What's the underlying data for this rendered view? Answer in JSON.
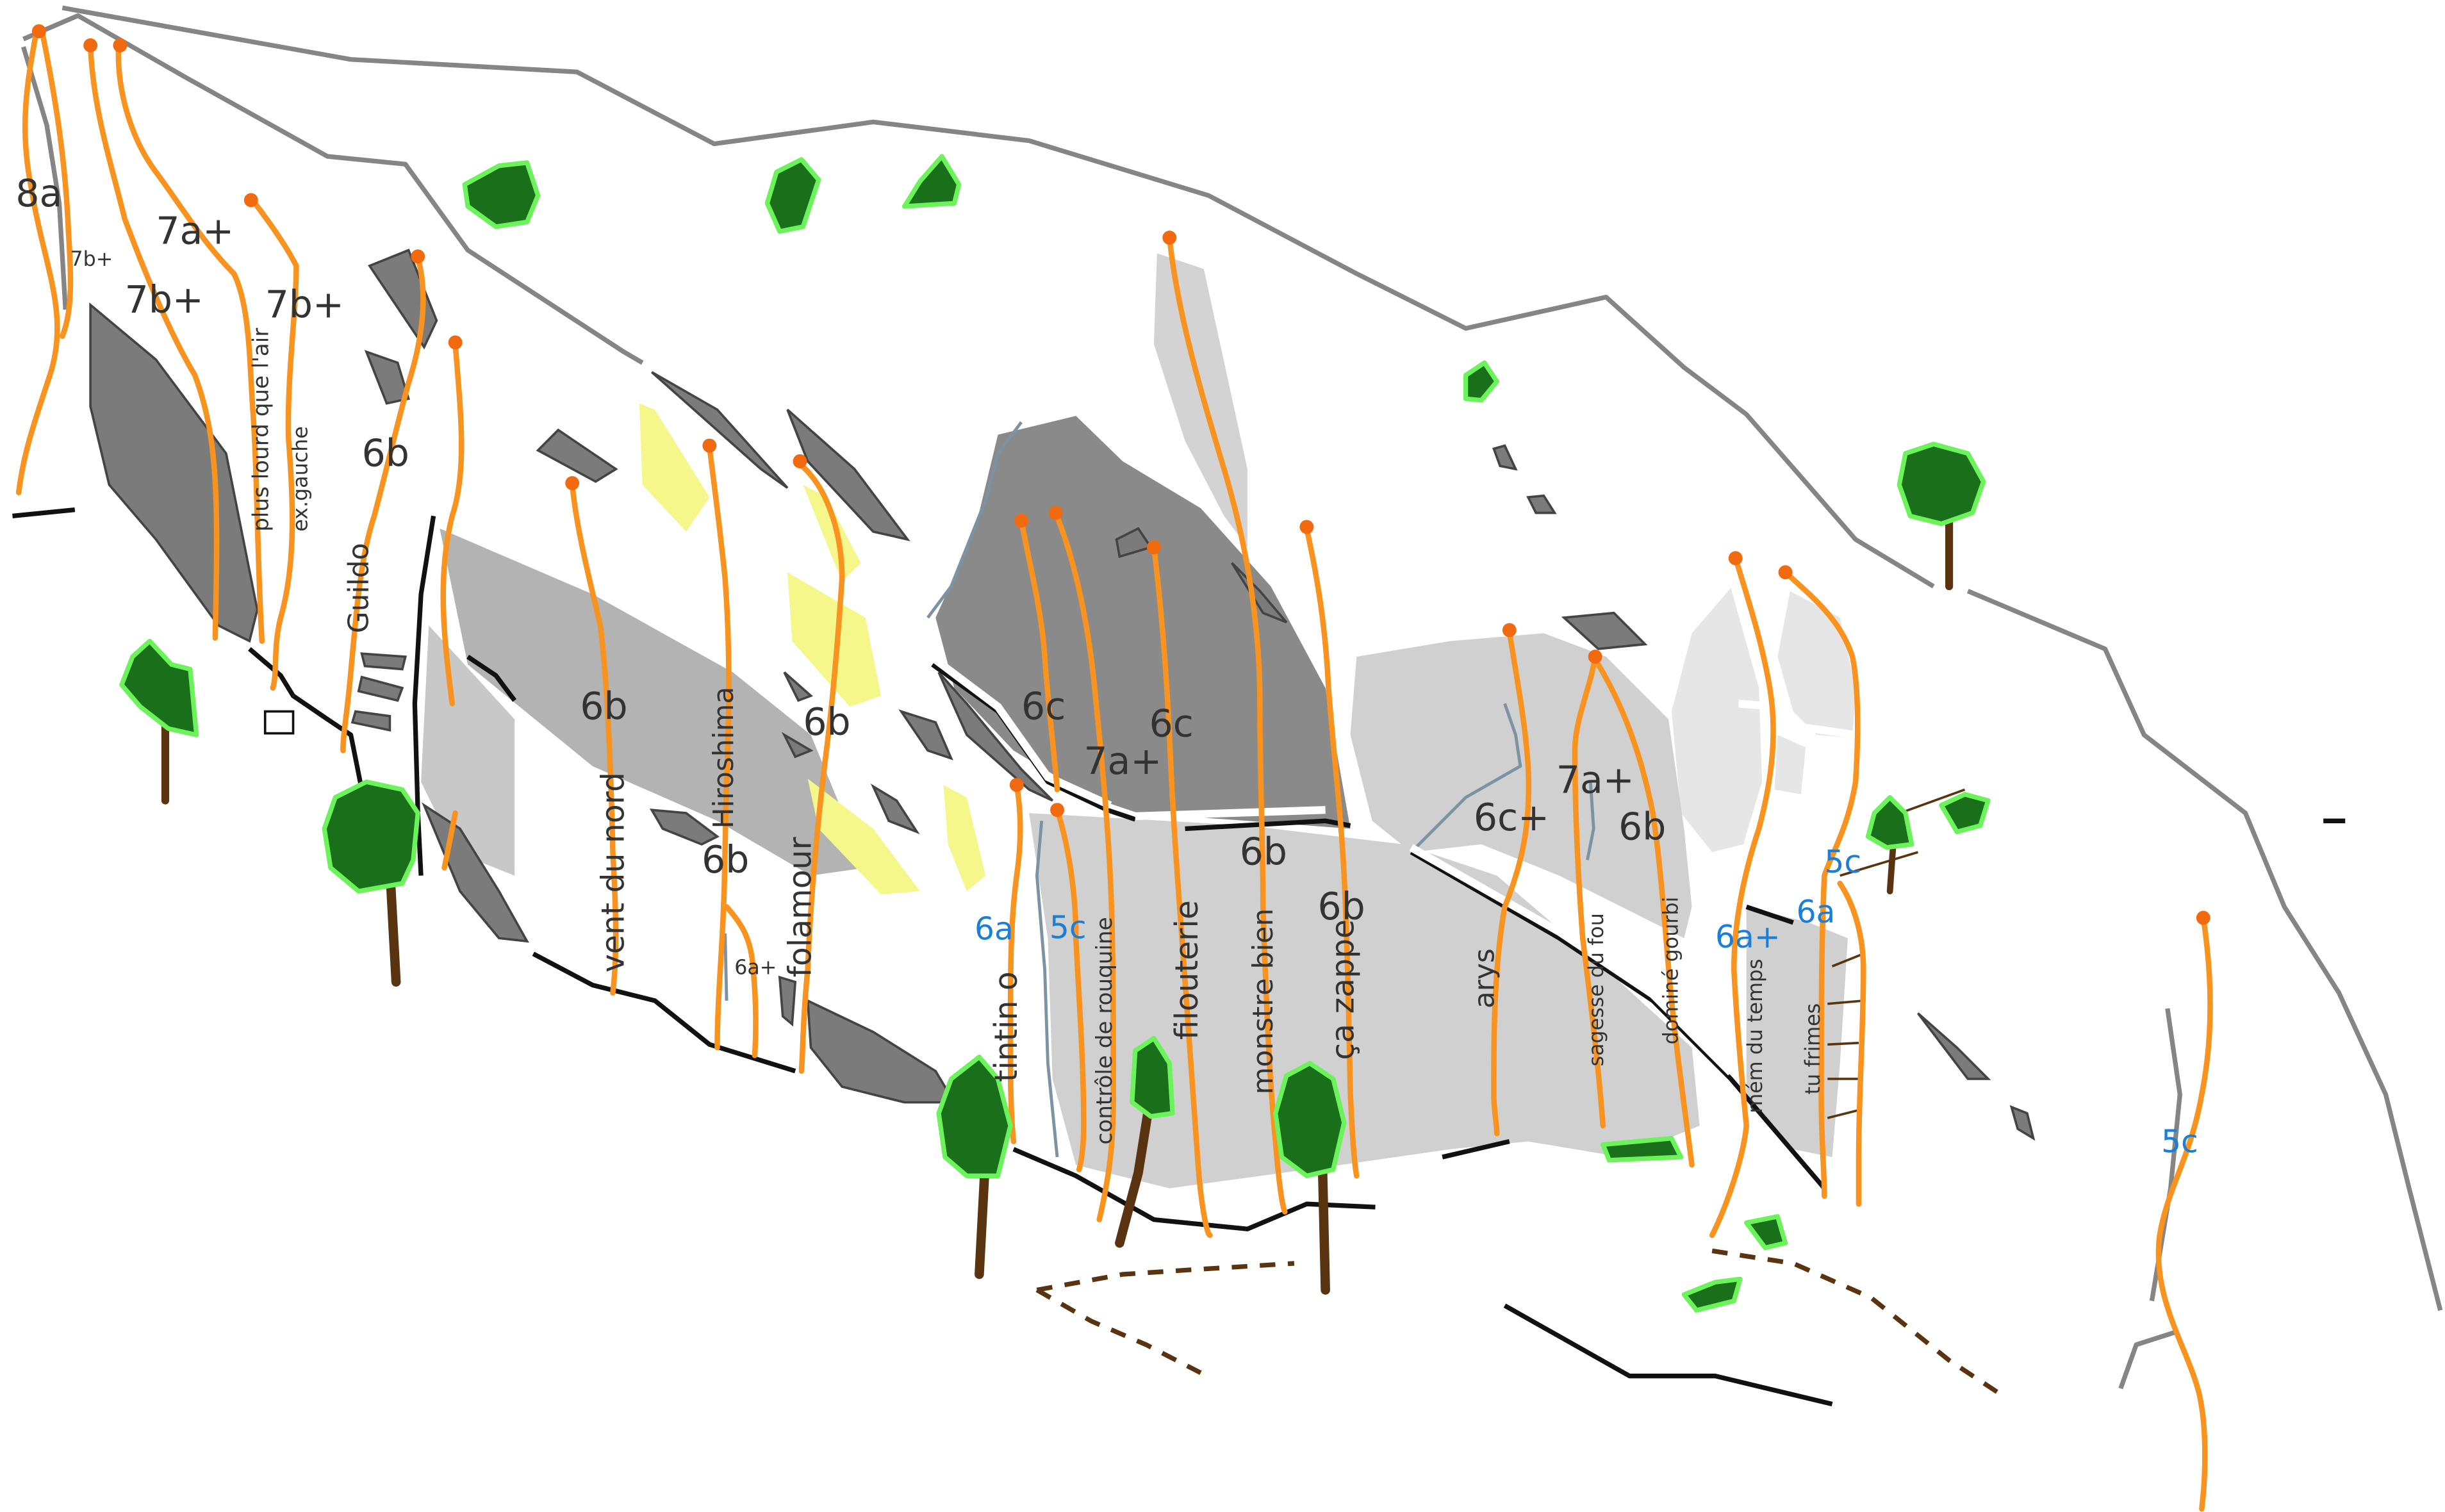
{
  "colors": {
    "route": "#f7931e",
    "anchor": "#f26a10",
    "grade_dark": "#333333",
    "grade_easy": "#1a7fd9",
    "rock_dark": "#7b7b7b",
    "rock_mid": "#b0b0b0",
    "rock_light": "#d3d3d3",
    "rock_pale": "#e6e6e6",
    "yellow_patch": "#f6f78a",
    "tree_fill": "#1a6f1a",
    "tree_outline": "#6cf25a",
    "trunk": "#5a3410",
    "ridge": "#858585",
    "ledge": "#111111"
  },
  "routes": [
    {
      "name": "",
      "grade": "8a",
      "grade_style": "dark"
    },
    {
      "name": "",
      "grade": "7b+",
      "grade_style": "dark-small"
    },
    {
      "name": "",
      "grade": "7b+",
      "grade_style": "dark"
    },
    {
      "name": "",
      "grade": "7a+",
      "grade_style": "dark"
    },
    {
      "name": "plus lourd que l'air",
      "grade": "",
      "grade_style": "dark"
    },
    {
      "name": "ex.gauche",
      "grade": "7b+",
      "grade_style": "dark"
    },
    {
      "name": "Guildo",
      "grade": "6b",
      "grade_style": "dark"
    },
    {
      "name": "vent du nord",
      "grade": "6b",
      "grade_style": "dark"
    },
    {
      "name": "Hiroshima",
      "grade": "6b",
      "grade_style": "dark"
    },
    {
      "name": "",
      "grade": "6a+",
      "grade_style": "dark-small"
    },
    {
      "name": "folamour",
      "grade": "6b",
      "grade_style": "dark"
    },
    {
      "name": "tintin o",
      "grade": "6a",
      "grade_style": "easy"
    },
    {
      "name": "contrôle de rouquine",
      "grade": "5c",
      "grade_style": "easy"
    },
    {
      "name": "",
      "grade": "6c",
      "grade_style": "dark"
    },
    {
      "name": "",
      "grade": "7a+",
      "grade_style": "dark"
    },
    {
      "name": "filouterie",
      "grade": "6c",
      "grade_style": "dark"
    },
    {
      "name": "monstre bien",
      "grade": "6b",
      "grade_style": "dark"
    },
    {
      "name": "ça zappe",
      "grade": "6b",
      "grade_style": "dark"
    },
    {
      "name": "arys",
      "grade": "6c+",
      "grade_style": "dark"
    },
    {
      "name": "sagesse du fou",
      "grade": "7a+",
      "grade_style": "dark"
    },
    {
      "name": "dominé gourbi",
      "grade": "6b",
      "grade_style": "dark"
    },
    {
      "name": "mém du temps",
      "grade": "6a+",
      "grade_style": "easy"
    },
    {
      "name": "tu frimes",
      "grade": "6a",
      "grade_style": "easy"
    },
    {
      "name": "",
      "grade": "5c",
      "grade_style": "easy"
    },
    {
      "name": "",
      "grade": "5c",
      "grade_style": "easy"
    }
  ]
}
